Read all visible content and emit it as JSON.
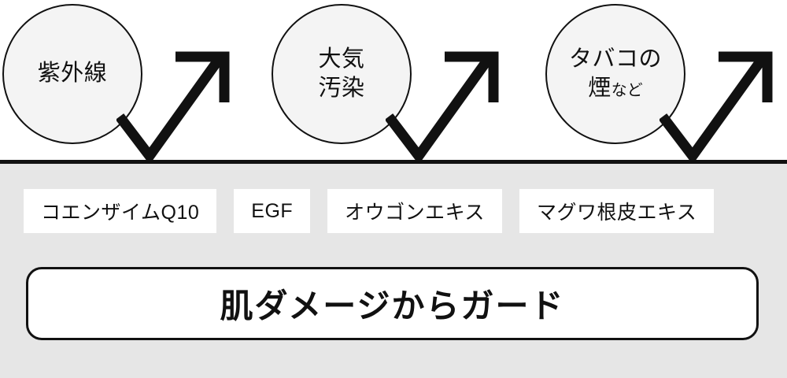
{
  "theme": {
    "page_background": "#ffffff",
    "panel_background": "#e6e6e6",
    "circle_fill": "#f4f4f4",
    "ink": "#111111",
    "tag_background": "#ffffff"
  },
  "top_section": {
    "factors": [
      {
        "id": "uv",
        "label": "紫外線",
        "suffix": "",
        "arrow": "up-right-arrow"
      },
      {
        "id": "air-pollution",
        "label": "大気\n汚染",
        "suffix": "",
        "arrow": "up-right-arrow"
      },
      {
        "id": "tobacco-smoke",
        "label": "タバコの\n煙",
        "suffix": "など",
        "arrow": "up-right-arrow"
      }
    ]
  },
  "bottom_section": {
    "ingredients": [
      {
        "id": "coenzyme-q10",
        "label": "コエンザイムQ10"
      },
      {
        "id": "egf",
        "label": "EGF"
      },
      {
        "id": "scutellaria-extract",
        "label": "オウゴンエキス"
      },
      {
        "id": "mulberry-root-bark-extract",
        "label": "マグワ根皮エキス"
      }
    ],
    "banner": {
      "id": "skin-damage-guard",
      "label": "肌ダメージからガード"
    }
  }
}
